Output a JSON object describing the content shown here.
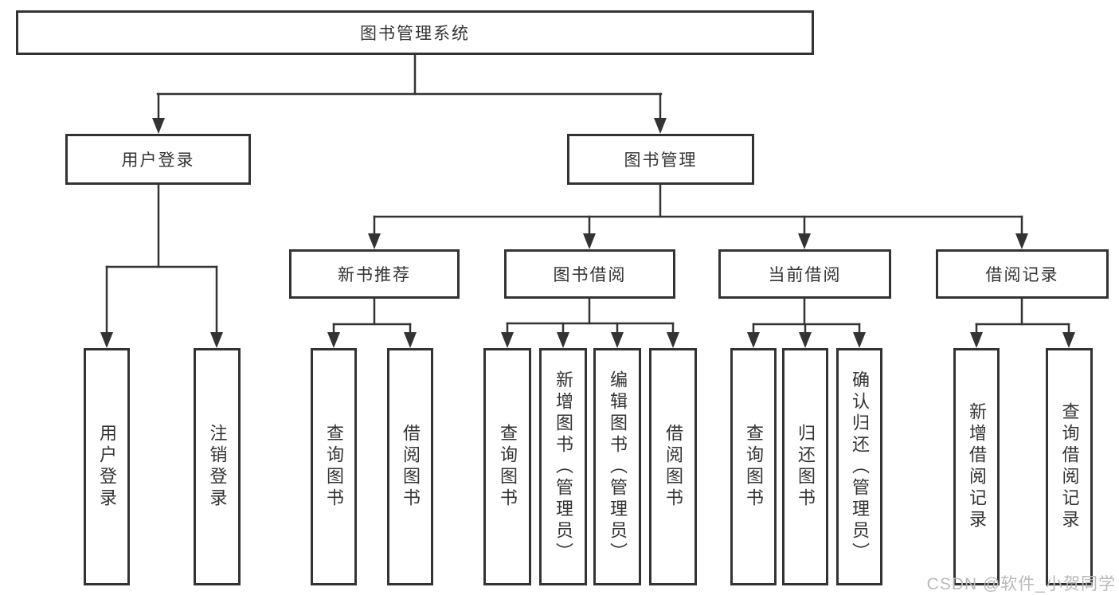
{
  "diagram": {
    "title": "图书管理系统",
    "level2": [
      {
        "label": "用户登录"
      },
      {
        "label": "图书管理"
      }
    ],
    "level3": [
      {
        "label": "新书推荐",
        "parent": "图书管理"
      },
      {
        "label": "图书借阅",
        "parent": "图书管理"
      },
      {
        "label": "当前借阅",
        "parent": "图书管理"
      },
      {
        "label": "借阅记录",
        "parent": "图书管理"
      }
    ],
    "leaves": [
      {
        "label": "用户登录",
        "parent": "用户登录"
      },
      {
        "label": "注销登录",
        "parent": "用户登录"
      },
      {
        "label": "查询图书",
        "parent": "新书推荐"
      },
      {
        "label": "借阅图书",
        "parent": "新书推荐"
      },
      {
        "label": "查询图书",
        "parent": "图书借阅"
      },
      {
        "label": "新增图书（管理员）",
        "parent": "图书借阅"
      },
      {
        "label": "编辑图书（管理员）",
        "parent": "图书借阅"
      },
      {
        "label": "借阅图书",
        "parent": "图书借阅"
      },
      {
        "label": "查询图书",
        "parent": "当前借阅"
      },
      {
        "label": "归还图书",
        "parent": "当前借阅"
      },
      {
        "label": "确认归还（管理员）",
        "parent": "当前借阅"
      },
      {
        "label": "新增借阅记录",
        "parent": "借阅记录"
      },
      {
        "label": "查询借阅记录",
        "parent": "借阅记录"
      }
    ]
  },
  "watermark": {
    "text": "CSDN @软件_小贺同学"
  },
  "colors": {
    "line": "#333333",
    "text": "#333333",
    "watermark": "#b9b9b9",
    "background": "#ffffff"
  }
}
